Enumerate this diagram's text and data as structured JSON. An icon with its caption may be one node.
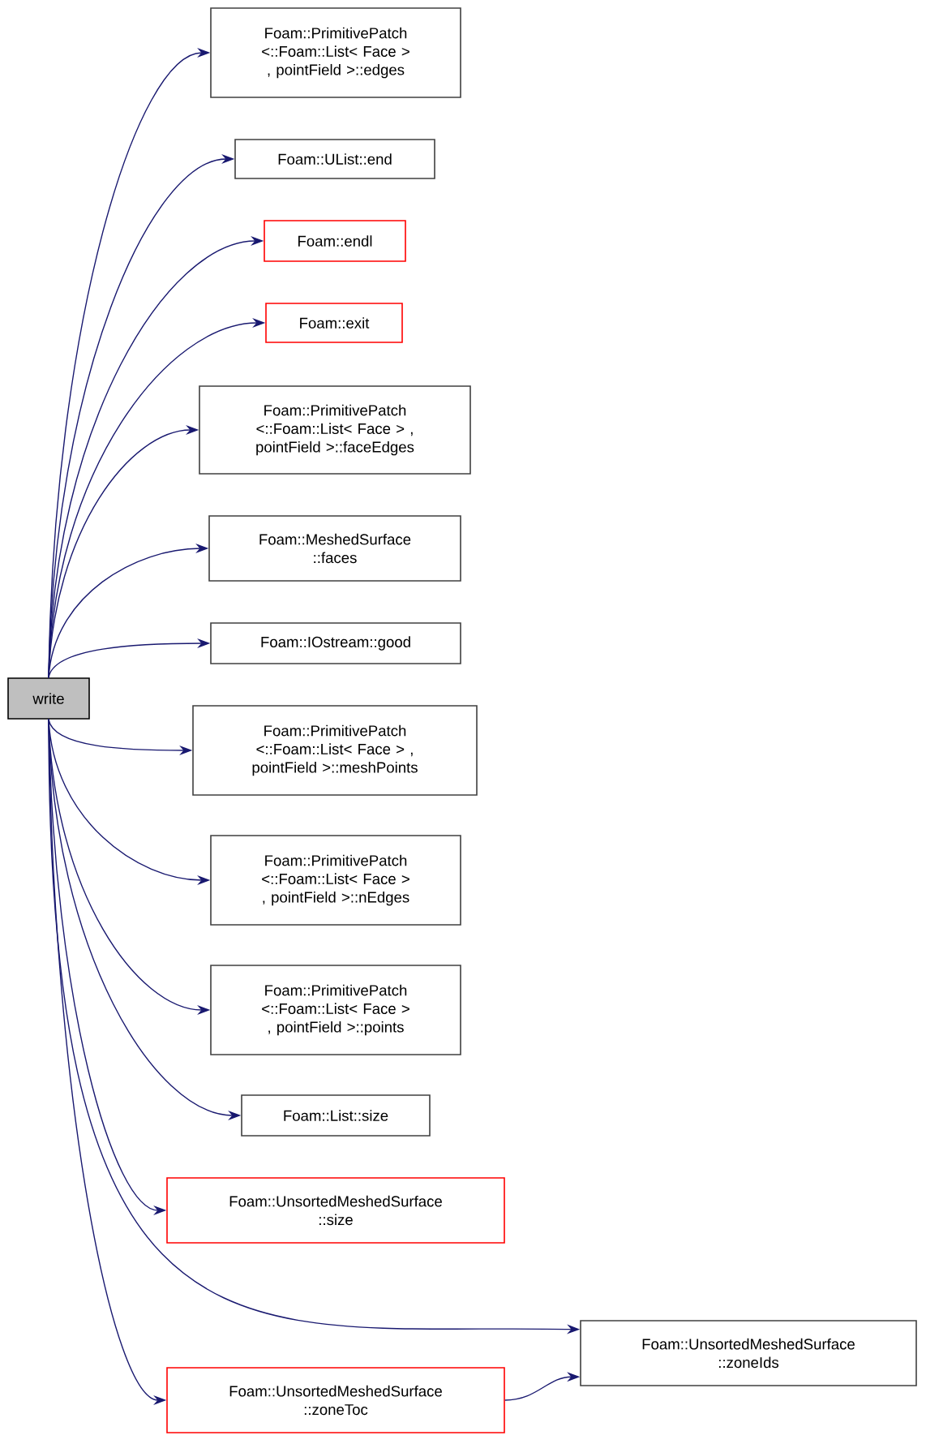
{
  "diagram": {
    "nodes": [
      {
        "text": [
          "write"
        ]
      },
      {
        "text": [
          "Foam::PrimitivePatch <::Foam::List< Face > , pointField >::edges"
        ]
      },
      {
        "text": [
          "Foam::UList::end"
        ]
      },
      {
        "text": [
          "Foam::endl"
        ]
      },
      {
        "text": [
          "Foam::exit"
        ]
      },
      {
        "text": [
          "Foam::PrimitivePatch <::Foam::List< Face > , pointField >::faceEdges"
        ]
      },
      {
        "text": [
          "Foam::MeshedSurface ::faces"
        ]
      },
      {
        "text": [
          "Foam::IOstream::good"
        ]
      },
      {
        "text": [
          "Foam::PrimitivePatch <::Foam::List< Face > , pointField >::meshPoints"
        ]
      },
      {
        "text": [
          "Foam::PrimitivePatch <::Foam::List< Face > , pointField >::nEdges"
        ]
      },
      {
        "text": [
          "Foam::PrimitivePatch <::Foam::List< Face > , pointField >::points"
        ]
      },
      {
        "text": [
          "Foam::List::size"
        ]
      },
      {
        "text": [
          "Foam::UnsortedMeshedSurface ::size"
        ]
      },
      {
        "text": [
          "Foam::UnsortedMeshedSurface ::zoneIds"
        ]
      },
      {
        "text": [
          "Foam::UnsortedMeshedSurface ::zoneToc"
        ]
      }
    ],
    "edges": [
      {
        "from": 0,
        "to": 1,
        "arrow": "to"
      },
      {
        "from": 0,
        "to": 2,
        "arrow": "to"
      },
      {
        "from": 0,
        "to": 3,
        "arrow": "to"
      },
      {
        "from": 0,
        "to": 4,
        "arrow": "to"
      },
      {
        "from": 0,
        "to": 5,
        "arrow": "to"
      },
      {
        "from": 0,
        "to": 6,
        "arrow": "to"
      },
      {
        "from": 0,
        "to": 7,
        "arrow": "to"
      },
      {
        "from": 0,
        "to": 8,
        "arrow": "to"
      },
      {
        "from": 0,
        "to": 9,
        "arrow": "to"
      },
      {
        "from": 0,
        "to": 10,
        "arrow": "to"
      },
      {
        "from": 0,
        "to": 11,
        "arrow": "to"
      },
      {
        "from": 0,
        "to": 12,
        "arrow": "to"
      },
      {
        "from": 0,
        "to": 13,
        "arrow": "to"
      },
      {
        "from": 0,
        "to": 14,
        "arrow": "to"
      },
      {
        "from": 14,
        "to": 13,
        "arrow": "to"
      }
    ]
  }
}
